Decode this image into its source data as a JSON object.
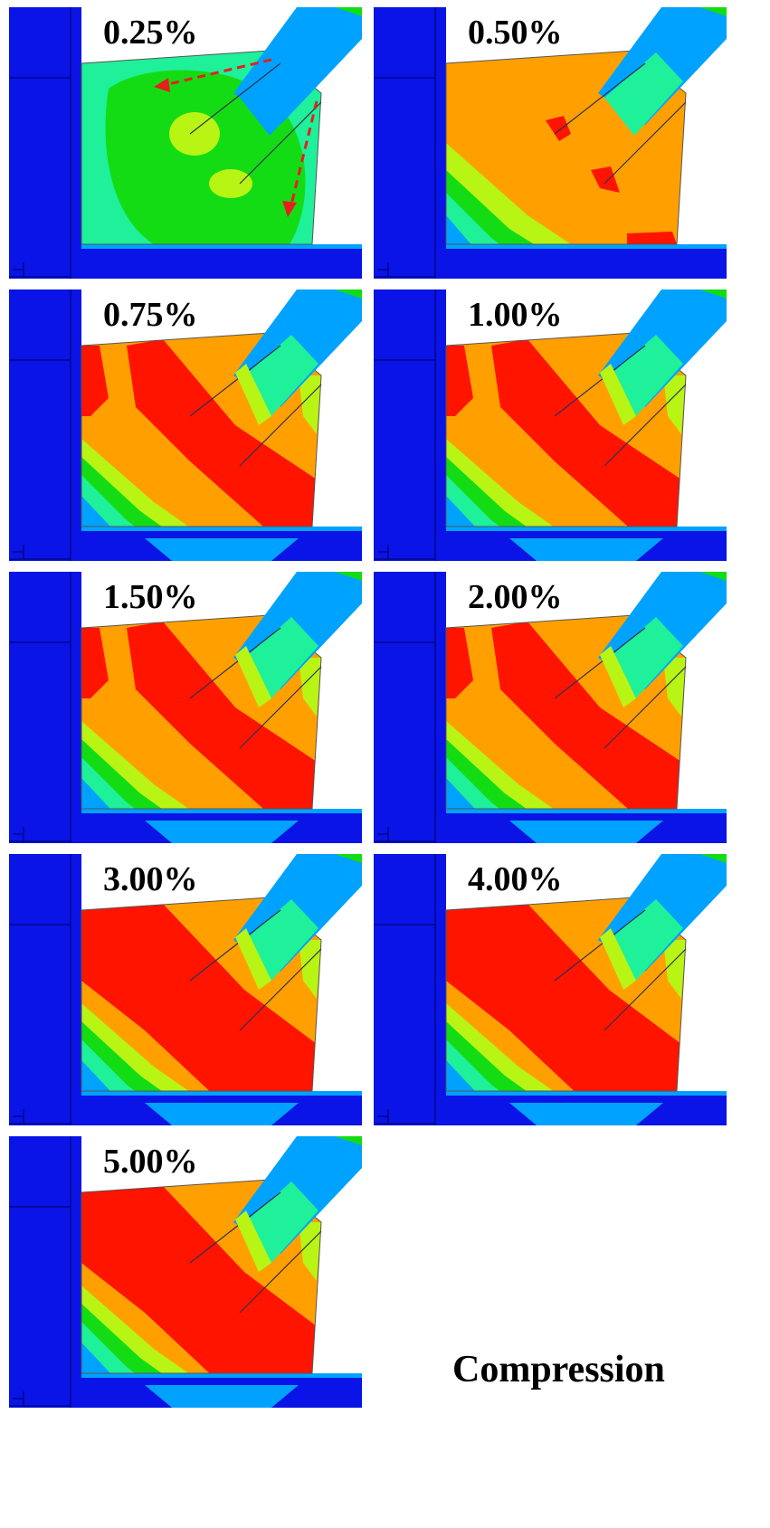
{
  "panels": [
    {
      "label": "0.25%",
      "stage": "low"
    },
    {
      "label": "0.50%",
      "stage": "mid"
    },
    {
      "label": "0.75%",
      "stage": "band"
    },
    {
      "label": "1.00%",
      "stage": "band"
    },
    {
      "label": "1.50%",
      "stage": "band"
    },
    {
      "label": "2.00%",
      "stage": "band"
    },
    {
      "label": "3.00%",
      "stage": "band-wide"
    },
    {
      "label": "4.00%",
      "stage": "band-wide"
    },
    {
      "label": "5.00%",
      "stage": "band-wide"
    }
  ],
  "caption": "Compression",
  "colors": {
    "blue": "#0a14e6",
    "light_blue": "#00a2ff",
    "cyan": "#00e6c8",
    "aqua": "#1ff09a",
    "green": "#14dc14",
    "yellow_green": "#b8f514",
    "orange": "#ffa000",
    "red": "#ff1400",
    "arrow_red": "#e61e1e"
  }
}
